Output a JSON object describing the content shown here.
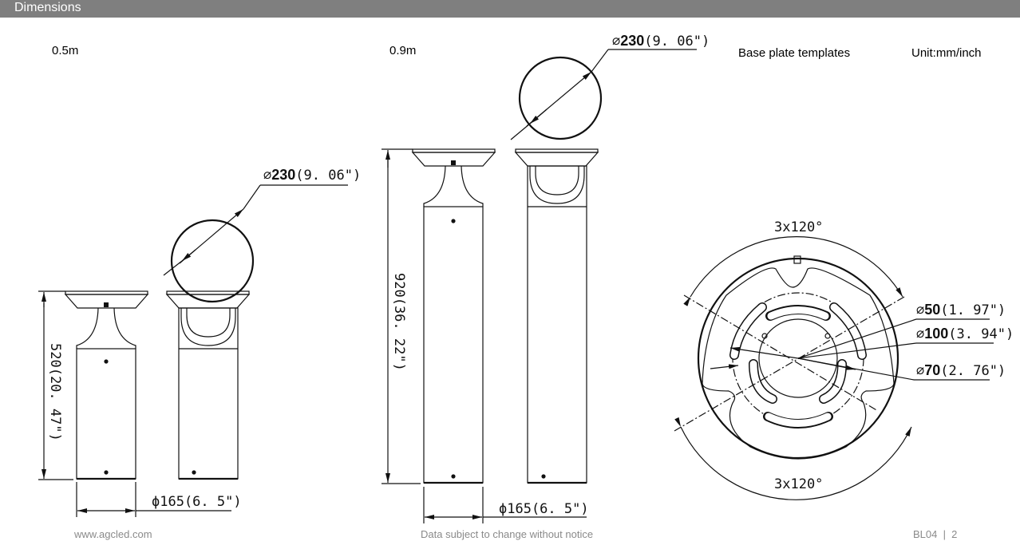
{
  "header": {
    "title": "Dimensions"
  },
  "labels": {
    "small_model": "0.5m",
    "large_model": "0.9m",
    "base_plate": "Base plate templates",
    "unit": "Unit:mm/inch"
  },
  "small": {
    "head_diameter_sym": "⌀",
    "head_diameter": "230",
    "head_diameter_in": "(9. 06\")",
    "height": "520(20. 47\")",
    "body_diameter": "ϕ165(6. 5\")"
  },
  "large": {
    "head_diameter_sym": "⌀",
    "head_diameter": "230",
    "head_diameter_in": "(9. 06\")",
    "height": "920(36. 22\")",
    "body_diameter": "ϕ165(6. 5\")"
  },
  "base_plate": {
    "angle_top": "3x120°",
    "angle_bottom": "3x120°",
    "d50_sym": "⌀",
    "d50": "50",
    "d50_in": "(1. 97\")",
    "d100_sym": "⌀",
    "d100": "100",
    "d100_in": "(3. 94\")",
    "d70_sym": "⌀",
    "d70": "70",
    "d70_in": "(2. 76\")"
  },
  "footer": {
    "website": "www.agcled.com",
    "notice": "Data subject to change without notice",
    "page": "BL04  |  2"
  }
}
